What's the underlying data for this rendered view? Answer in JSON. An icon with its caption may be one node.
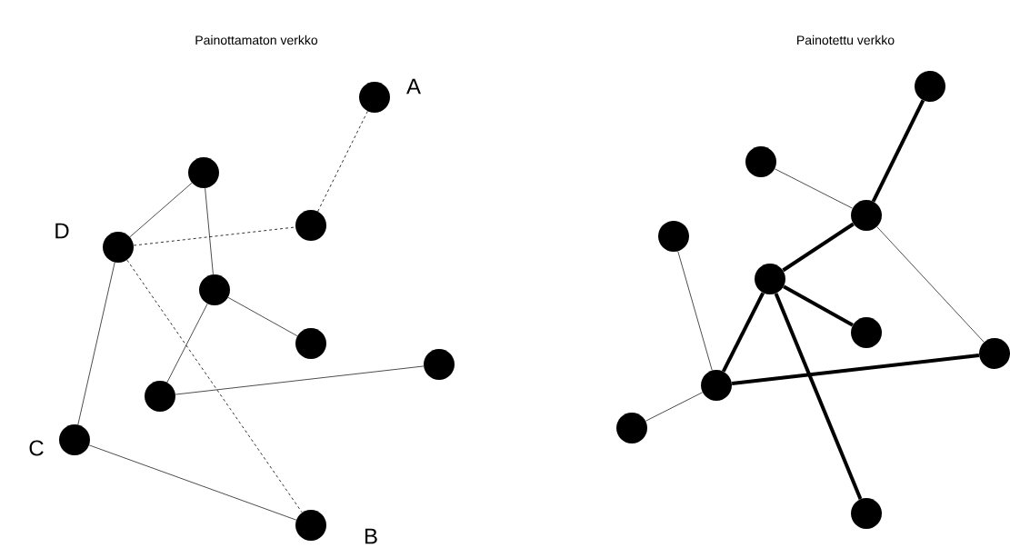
{
  "diagram": {
    "nodes": [
      {
        "text": [],
        "shape": "circle",
        "beside": [
          "A"
        ]
      },
      {
        "text": [],
        "shape": "circle"
      },
      {
        "text": [],
        "shape": "circle"
      },
      {
        "text": [],
        "shape": "circle",
        "beside": [
          "D"
        ]
      },
      {
        "text": [],
        "shape": "circle"
      },
      {
        "text": [],
        "shape": "circle"
      },
      {
        "text": [],
        "shape": "circle"
      },
      {
        "text": [],
        "shape": "circle"
      },
      {
        "text": [],
        "shape": "circle",
        "beside": [
          "C"
        ]
      },
      {
        "text": [],
        "shape": "circle",
        "beside": [
          "B"
        ]
      },
      {
        "text": [],
        "shape": "circle"
      },
      {
        "text": [],
        "shape": "circle"
      },
      {
        "text": [],
        "shape": "circle"
      },
      {
        "text": [],
        "shape": "circle"
      },
      {
        "text": [],
        "shape": "circle"
      },
      {
        "text": [],
        "shape": "circle"
      },
      {
        "text": [],
        "shape": "circle"
      },
      {
        "text": [],
        "shape": "circle"
      },
      {
        "text": [],
        "shape": "circle"
      },
      {
        "text": [],
        "shape": "circle"
      }
    ],
    "edges": [
      {
        "from": 0,
        "to": 2,
        "arrow": "none",
        "style": "dashed"
      },
      {
        "from": 3,
        "to": 1,
        "arrow": "none"
      },
      {
        "from": 3,
        "to": 2,
        "arrow": "none",
        "style": "dashed"
      },
      {
        "from": 1,
        "to": 4,
        "arrow": "none"
      },
      {
        "from": 4,
        "to": 5,
        "arrow": "none"
      },
      {
        "from": 4,
        "to": 7,
        "arrow": "none"
      },
      {
        "from": 7,
        "to": 6,
        "arrow": "none"
      },
      {
        "from": 3,
        "to": 8,
        "arrow": "none"
      },
      {
        "from": 3,
        "to": 9,
        "arrow": "none",
        "style": "dashed"
      },
      {
        "from": 8,
        "to": 9,
        "arrow": "none"
      },
      {
        "from": 12,
        "to": 10,
        "arrow": "none",
        "style": "thick"
      },
      {
        "from": 11,
        "to": 12,
        "arrow": "none"
      },
      {
        "from": 12,
        "to": 14,
        "arrow": "none",
        "style": "thick"
      },
      {
        "from": 12,
        "to": 16,
        "arrow": "none"
      },
      {
        "from": 14,
        "to": 15,
        "arrow": "none",
        "style": "thick"
      },
      {
        "from": 14,
        "to": 17,
        "arrow": "none",
        "style": "thick"
      },
      {
        "from": 14,
        "to": 19,
        "arrow": "none",
        "style": "thick"
      },
      {
        "from": 13,
        "to": 17,
        "arrow": "none"
      },
      {
        "from": 17,
        "to": 16,
        "arrow": "none",
        "style": "thick"
      },
      {
        "from": 17,
        "to": 18,
        "arrow": "none"
      }
    ],
    "labels": [
      "Painottamaton verkko",
      "Painotettu verkko"
    ]
  }
}
